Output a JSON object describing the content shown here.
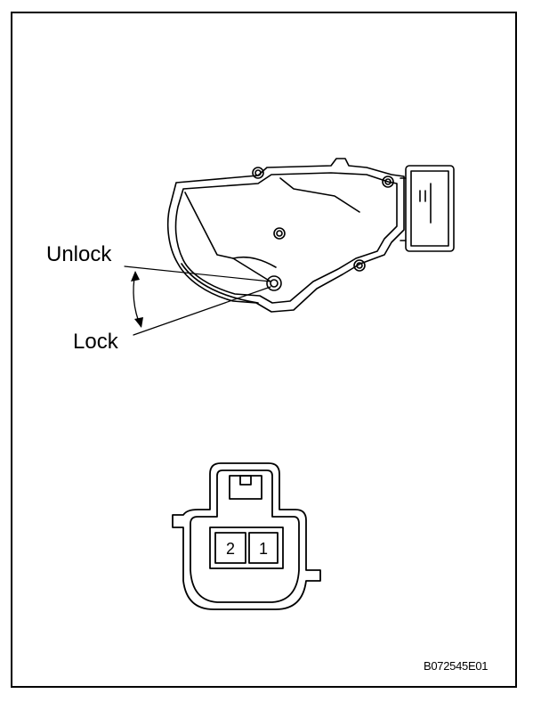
{
  "labels": {
    "unlock": "Unlock",
    "lock": "Lock"
  },
  "connector": {
    "pins": [
      "2",
      "1"
    ]
  },
  "figure_id": "B072545E01"
}
